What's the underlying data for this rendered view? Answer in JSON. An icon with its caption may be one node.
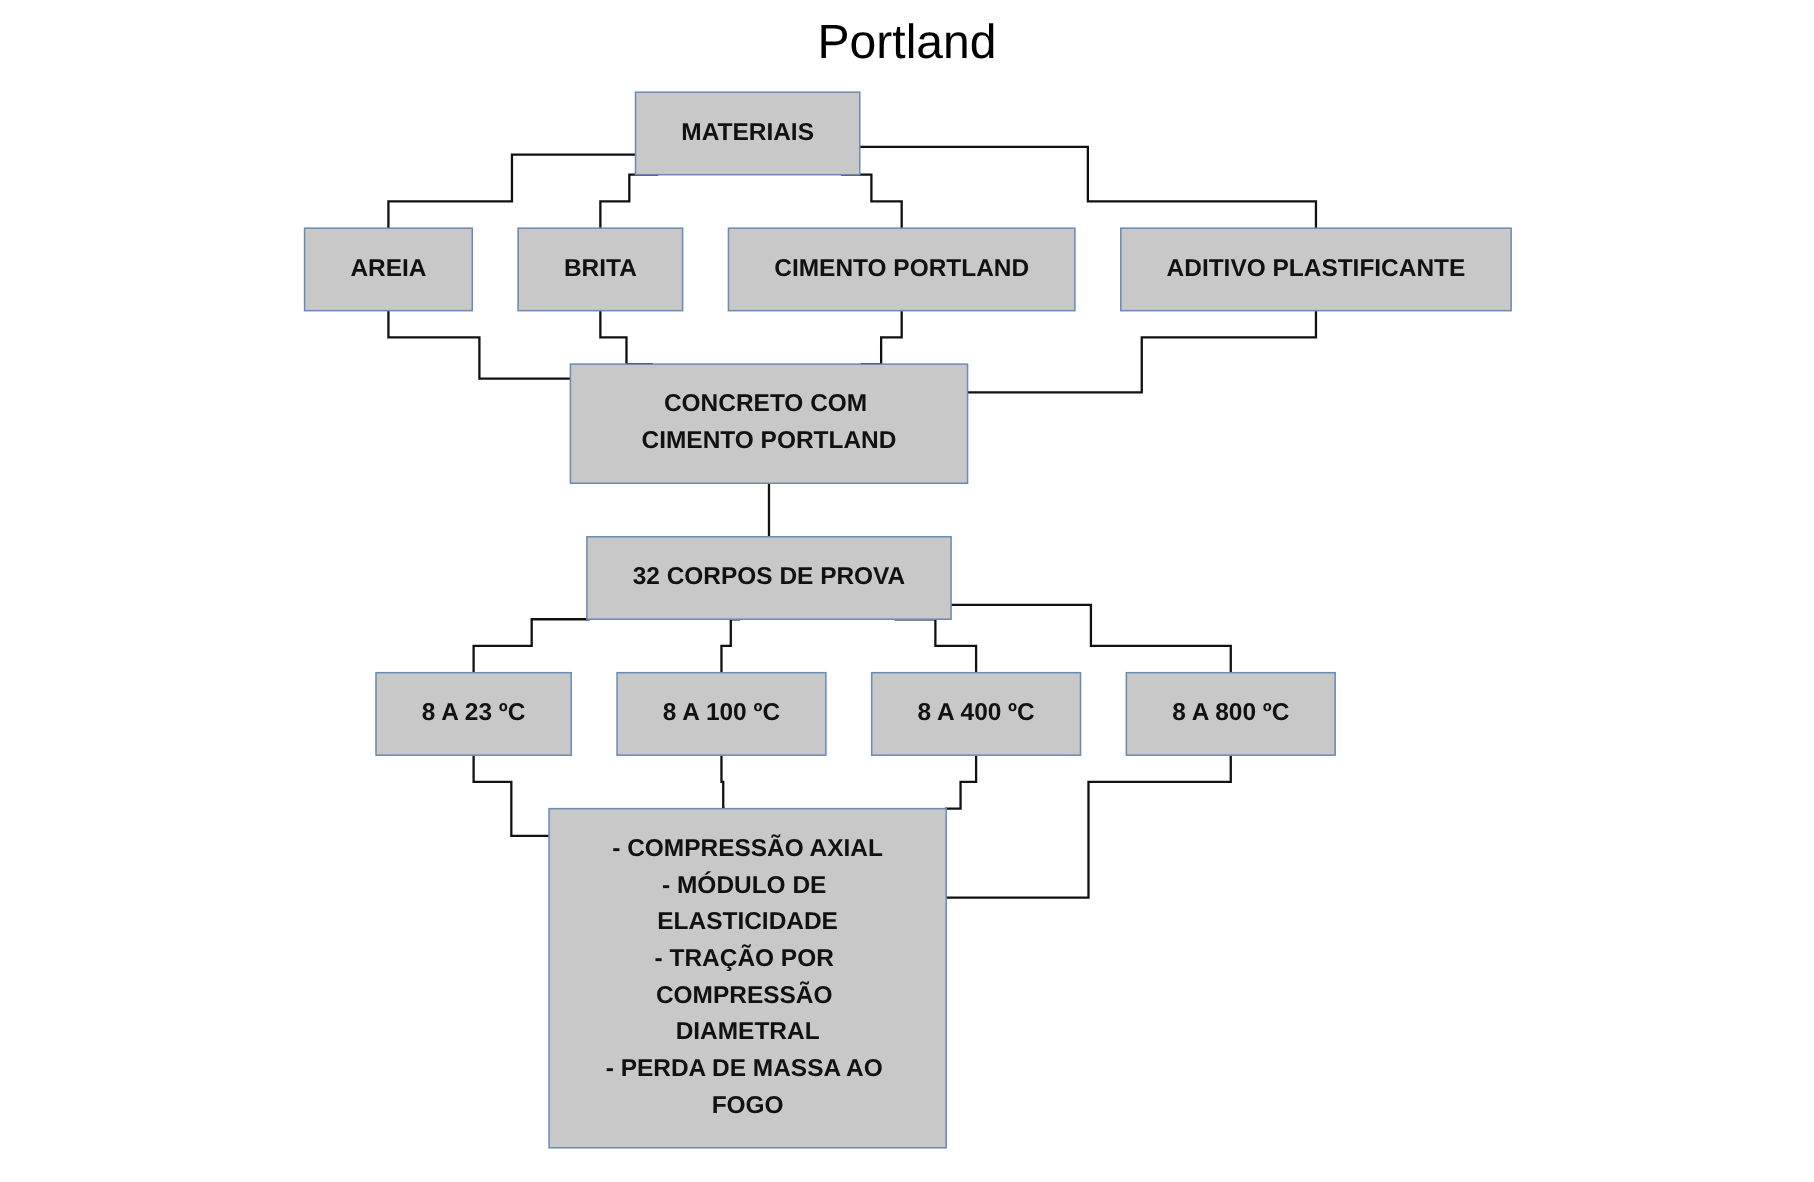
{
  "diagram": {
    "title": "Portland",
    "nodes": [
      {
        "text": [
          "MATERIAIS"
        ]
      },
      {
        "text": [
          "AREIA"
        ]
      },
      {
        "text": [
          "BRITA"
        ]
      },
      {
        "text": [
          "CIMENTO PORTLAND"
        ]
      },
      {
        "text": [
          "ADITIVO PLASTIFICANTE"
        ]
      },
      {
        "text": [
          "CONCRETO COM CIMENTO PORTLAND"
        ]
      },
      {
        "text": [
          "32 CORPOS DE PROVA"
        ]
      },
      {
        "text": [
          "8 A 23 ºC"
        ]
      },
      {
        "text": [
          "8 A 100 ºC"
        ]
      },
      {
        "text": [
          "8 A 400 ºC"
        ]
      },
      {
        "text": [
          "8 A 800 ºC"
        ]
      },
      {
        "text": [
          "- COMPRESSÃO AXIAL",
          "- MÓDULO DE ELASTICIDADE",
          "- TRAÇÃO POR COMPRESSÃO DIAMETRAL",
          "- PERDA DE MASSA AO FOGO"
        ]
      }
    ],
    "edges": [
      {
        "from": 0,
        "to": 1,
        "arrow": "none"
      },
      {
        "from": 0,
        "to": 2,
        "arrow": "none"
      },
      {
        "from": 0,
        "to": 3,
        "arrow": "none"
      },
      {
        "from": 0,
        "to": 4,
        "arrow": "none"
      },
      {
        "from": 1,
        "to": 5,
        "arrow": "none"
      },
      {
        "from": 2,
        "to": 5,
        "arrow": "none"
      },
      {
        "from": 3,
        "to": 5,
        "arrow": "none"
      },
      {
        "from": 4,
        "to": 5,
        "arrow": "none"
      },
      {
        "from": 5,
        "to": 6,
        "arrow": "none"
      },
      {
        "from": 6,
        "to": 7,
        "arrow": "none"
      },
      {
        "from": 6,
        "to": 8,
        "arrow": "none"
      },
      {
        "from": 6,
        "to": 9,
        "arrow": "none"
      },
      {
        "from": 6,
        "to": 10,
        "arrow": "none"
      },
      {
        "from": 7,
        "to": 11,
        "arrow": "none"
      },
      {
        "from": 8,
        "to": 11,
        "arrow": "none"
      },
      {
        "from": 9,
        "to": 11,
        "arrow": "none"
      },
      {
        "from": 10,
        "to": 11,
        "arrow": "none"
      }
    ]
  }
}
